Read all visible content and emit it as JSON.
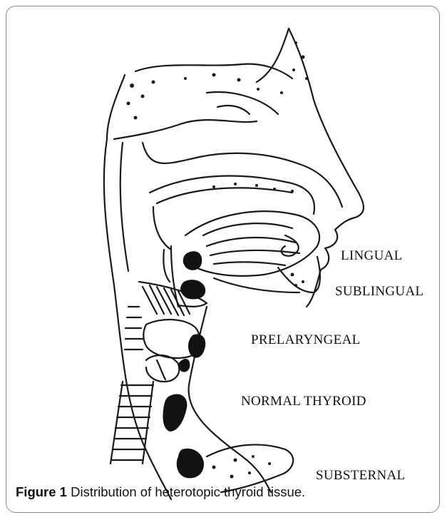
{
  "labels": {
    "lingual": "LINGUAL",
    "sublingual": "SUBLINGUAL",
    "prelaryngeal": "PRELARYNGEAL",
    "normal_thyroid": "NORMAL THYROID",
    "substernal": "SUBSTERNAL"
  },
  "caption": {
    "figure_label": "Figure 1",
    "text": "Distribution of heterotopic thyroid tissue."
  }
}
